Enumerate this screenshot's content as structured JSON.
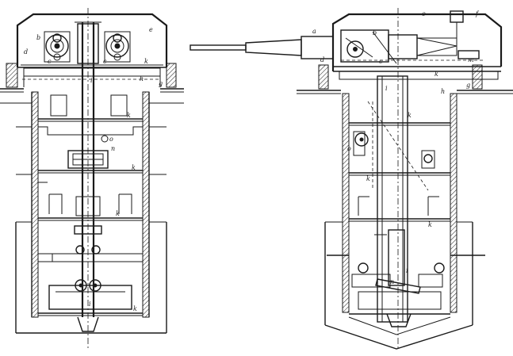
{
  "figure": {
    "left_view": {
      "labels": [
        {
          "id": "e",
          "text": "e"
        },
        {
          "id": "d",
          "text": "d"
        },
        {
          "id": "c1",
          "text": "c"
        },
        {
          "id": "c2",
          "text": "c"
        },
        {
          "id": "b",
          "text": "b"
        },
        {
          "id": "k1",
          "text": "k"
        },
        {
          "id": "k2",
          "text": "k"
        },
        {
          "id": "i1",
          "text": "i"
        },
        {
          "id": "h",
          "text": "h"
        },
        {
          "id": "g",
          "text": "g"
        },
        {
          "id": "o",
          "text": "o"
        },
        {
          "id": "n",
          "text": "n"
        },
        {
          "id": "k3",
          "text": "k"
        },
        {
          "id": "k4",
          "text": "k"
        },
        {
          "id": "i2",
          "text": "i"
        },
        {
          "id": "k5",
          "text": "k"
        }
      ]
    },
    "right_view": {
      "labels": [
        {
          "id": "a",
          "text": "a"
        },
        {
          "id": "e",
          "text": "e"
        },
        {
          "id": "f",
          "text": "f"
        },
        {
          "id": "b",
          "text": "b"
        },
        {
          "id": "c",
          "text": "c"
        },
        {
          "id": "d",
          "text": "d"
        },
        {
          "id": "m",
          "text": "m"
        },
        {
          "id": "k1",
          "text": "k"
        },
        {
          "id": "g",
          "text": "g"
        },
        {
          "id": "h",
          "text": "h"
        },
        {
          "id": "i1",
          "text": "i"
        },
        {
          "id": "k2",
          "text": "k"
        },
        {
          "id": "o",
          "text": "o"
        },
        {
          "id": "k3",
          "text": "k"
        },
        {
          "id": "k4",
          "text": "k"
        },
        {
          "id": "n",
          "text": "n"
        },
        {
          "id": "i2",
          "text": "i"
        }
      ]
    }
  }
}
